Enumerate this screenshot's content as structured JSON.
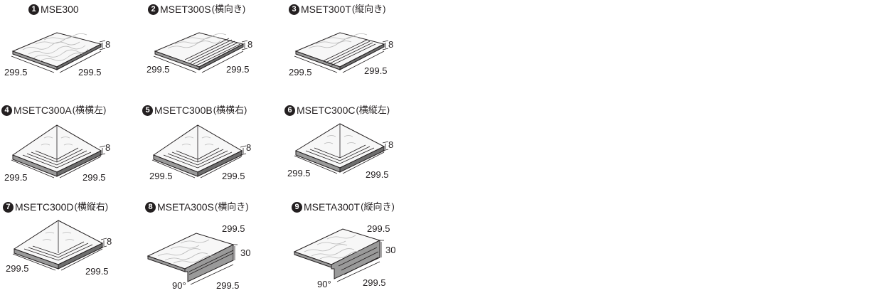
{
  "items": [
    {
      "num": "1",
      "code": "MSE300",
      "suffix": "",
      "w": "299.5",
      "d": "299.5",
      "t": "8"
    },
    {
      "num": "2",
      "code": "MSET300S",
      "suffix": "(横向き)",
      "w": "299.5",
      "d": "299.5",
      "t": "8"
    },
    {
      "num": "3",
      "code": "MSET300T",
      "suffix": "(縦向き)",
      "w": "299.5",
      "d": "299.5",
      "t": "8"
    },
    {
      "num": "4",
      "code": "MSETC300A",
      "suffix": "(横横左)",
      "w": "299.5",
      "d": "299.5",
      "t": "8"
    },
    {
      "num": "5",
      "code": "MSETC300B",
      "suffix": "(横横右)",
      "w": "299.5",
      "d": "299.5",
      "t": "8"
    },
    {
      "num": "6",
      "code": "MSETC300C",
      "suffix": "(横縦左)",
      "w": "299.5",
      "d": "299.5",
      "t": "8"
    },
    {
      "num": "7",
      "code": "MSETC300D",
      "suffix": "(横縦右)",
      "w": "299.5",
      "d": "299.5",
      "t": "8"
    },
    {
      "num": "8",
      "code": "MSETA300S",
      "suffix": "(横向き)",
      "w": "299.5",
      "d": "299.5",
      "t": "30",
      "angle": "90°"
    },
    {
      "num": "9",
      "code": "MSETA300T",
      "suffix": "(縦向き)",
      "w": "299.5",
      "d": "299.5",
      "t": "30",
      "angle": "90°"
    }
  ]
}
